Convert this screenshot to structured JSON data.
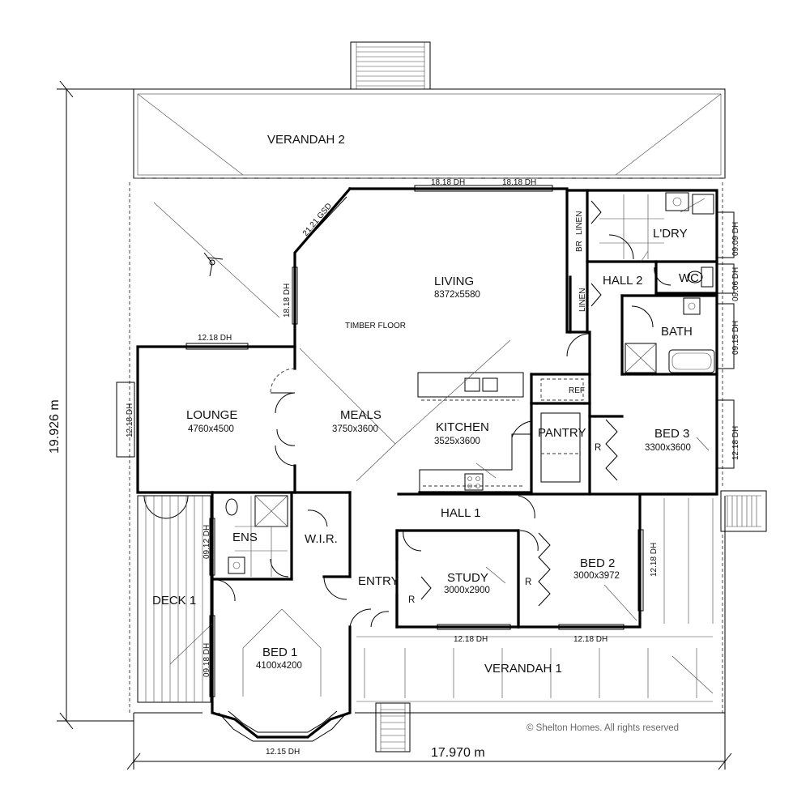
{
  "rooms": {
    "verandah2": "VERANDAH  2",
    "verandah1": "VERANDAH 1",
    "living": "LIVING",
    "living_dim": "8372x5580",
    "timber_floor": "TIMBER FLOOR",
    "lounge": "LOUNGE",
    "lounge_dim": "4760x4500",
    "meals": "MEALS",
    "meals_dim": "3750x3600",
    "kitchen": "KITCHEN",
    "kitchen_dim": "3525x3600",
    "pantry": "PANTRY",
    "ref": "REF",
    "bed3": "BED 3",
    "bed3_dim": "3300x3600",
    "laundry": "L'DRY",
    "wc": "WC",
    "hall2": "HALL 2",
    "bath": "BATH",
    "hall1": "HALL  1",
    "study": "STUDY",
    "study_dim": "3000x2900",
    "bed2": "BED 2",
    "bed2_dim": "3000x3972",
    "ens": "ENS",
    "wir": "W.I.R.",
    "entry": "ENTRY",
    "deck1": "DECK 1",
    "bed1": "BED 1",
    "bed1_dim": "4100x4200",
    "linen_a": "LINEN",
    "linen_b": "LINEN",
    "br": "BR",
    "robe_bed3": "R",
    "robe_study": "R",
    "robe_bed2": "R"
  },
  "windows": {
    "w_living_a": "18.18 DH",
    "w_living_b": "18.18 DH",
    "w_gsd": "21.21 GSD",
    "w_living_side": "18.18 DH",
    "w_lounge_top": "12.18 DH",
    "w_lounge_left": "12.18 DH",
    "w_ldry": "09.09 DH",
    "w_wc": "09.06 DH",
    "w_bath": "09.15 DH",
    "w_bed3": "12.18 DH",
    "w_bed2_side": "12.18 DH",
    "w_study": "12.18 DH",
    "w_bed2_bottom": "12.18 DH",
    "w_ens": "09.12 DH",
    "w_bed1_side": "09.18 DH",
    "w_bed1_bay": "12.15 DH"
  },
  "dimensions": {
    "height": "19.926 m",
    "width": "17.970 m"
  },
  "copyright": "© Shelton Homes. All rights reserved"
}
